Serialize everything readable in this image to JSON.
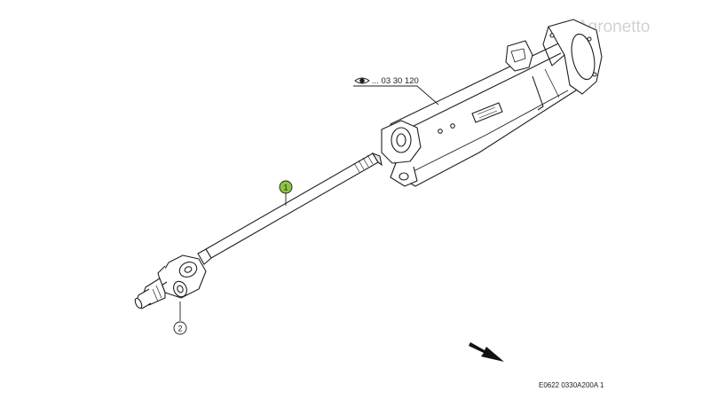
{
  "watermark": "Agronetto",
  "reference": {
    "icon": "eye-icon",
    "text": "... 03 30 120"
  },
  "callouts": [
    {
      "number": "1",
      "highlighted": true,
      "fill": "#8cc63f"
    },
    {
      "number": "2",
      "highlighted": false,
      "fill": "#ffffff"
    }
  ],
  "footer_code": "E0622 0330A200A 1",
  "direction_icon": "arrow-down-right-icon"
}
